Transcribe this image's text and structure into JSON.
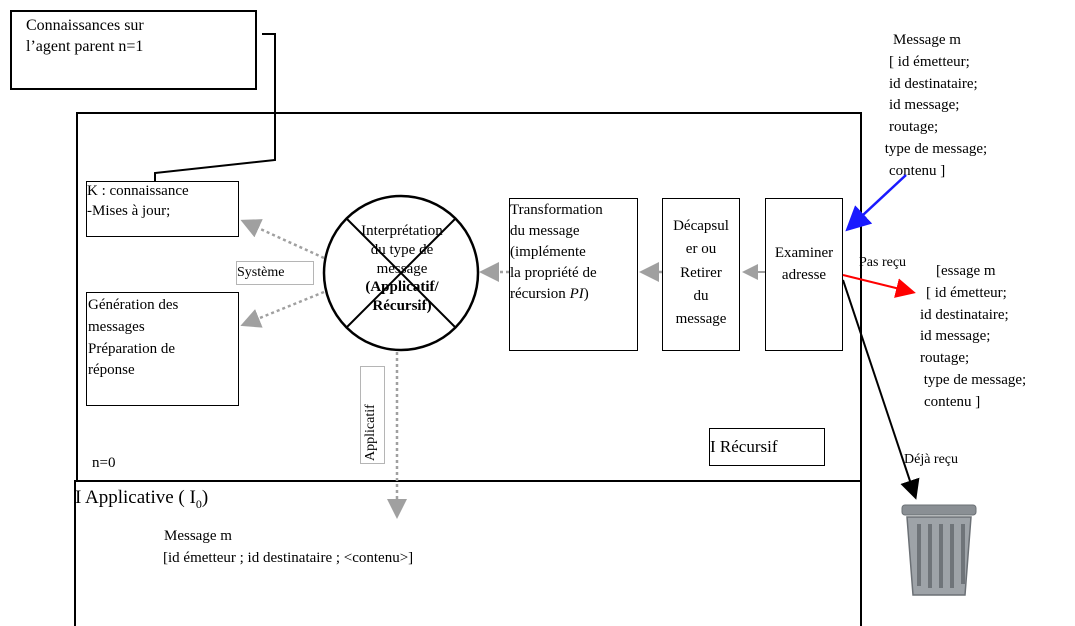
{
  "top_left_box": {
    "line1": "Connaissances sur",
    "line2": "l’agent parent n=1"
  },
  "message_top": {
    "title": "Message  m",
    "lines": [
      "[ id émetteur;",
      "id destinataire;",
      "id message;",
      "routage;",
      " type de message;",
      "contenu ]"
    ]
  },
  "knowledge_box": {
    "line1": "K : connaissance",
    "line2": "-Mises à jour;"
  },
  "generation_box": {
    "line1": "Génération des",
    "line2": "messages",
    "line3": "Préparation de",
    "line4": "réponse"
  },
  "interpretation": {
    "line1": "Interprétation",
    "line2": "du type de",
    "line3": "message",
    "line4": "(Applicatif/",
    "line5": "Récursif)"
  },
  "systeme_label": "Système",
  "transformation_box": {
    "line1": "Transformation",
    "line2": "du message",
    "line3": "(implémente",
    "line4": "la propriété de",
    "line5_a": "récursion ",
    "line5_b": "PI",
    "line5_c": ")"
  },
  "decapsuler_box": {
    "line1": "Décapsul",
    "line2": "er ou",
    "line3": "Retirer",
    "line4": "du",
    "line5": "message"
  },
  "examiner_box": {
    "line1": "Examiner",
    "line2": "adresse"
  },
  "pas_recu": "Pas reçu",
  "message_right": {
    "title": "[essage  m",
    "lines": [
      "[ id émetteur;",
      "id destinataire;",
      "id message;",
      "routage;",
      " type de message;",
      "contenu ]"
    ]
  },
  "deja_recu": "Déjà reçu",
  "applicatif_label": "Applicatif",
  "n0": "n=0",
  "recursif_label": "I Récursif",
  "applicative_title": "I Applicative ( I",
  "applicative_sub": "0",
  "applicative_close": ")",
  "bottom_message": {
    "title": "Message  m",
    "content": "[id émetteur ; id destinataire ; <contenu>]"
  },
  "colors": {
    "blue_arrow": "#1a1aff",
    "red_arrow": "#ff0000",
    "gray_arrow": "#a0a0a0"
  }
}
